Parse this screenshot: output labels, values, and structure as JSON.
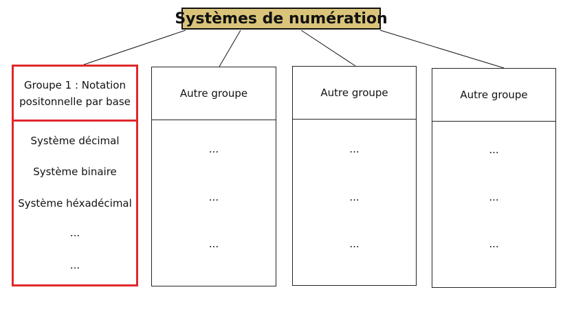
{
  "root": {
    "title": "Systèmes de numération"
  },
  "colors": {
    "root_fill": "#d9c47a",
    "highlight": "#e0262b"
  },
  "groups": [
    {
      "title": "Groupe 1 : Notation positonnelle par base",
      "title_lines": [
        "Groupe 1 : Notation",
        "positonnelle par base"
      ],
      "highlighted": true,
      "items": [
        "Système décimal",
        "Système binaire",
        "Système héxadécimal",
        "...",
        "..."
      ]
    },
    {
      "title": "Autre groupe",
      "highlighted": false,
      "items": [
        "...",
        "...",
        "..."
      ]
    },
    {
      "title": "Autre groupe",
      "highlighted": false,
      "items": [
        "...",
        "...",
        "..."
      ]
    },
    {
      "title": "Autre groupe",
      "highlighted": false,
      "items": [
        "...",
        "...",
        "..."
      ]
    }
  ]
}
